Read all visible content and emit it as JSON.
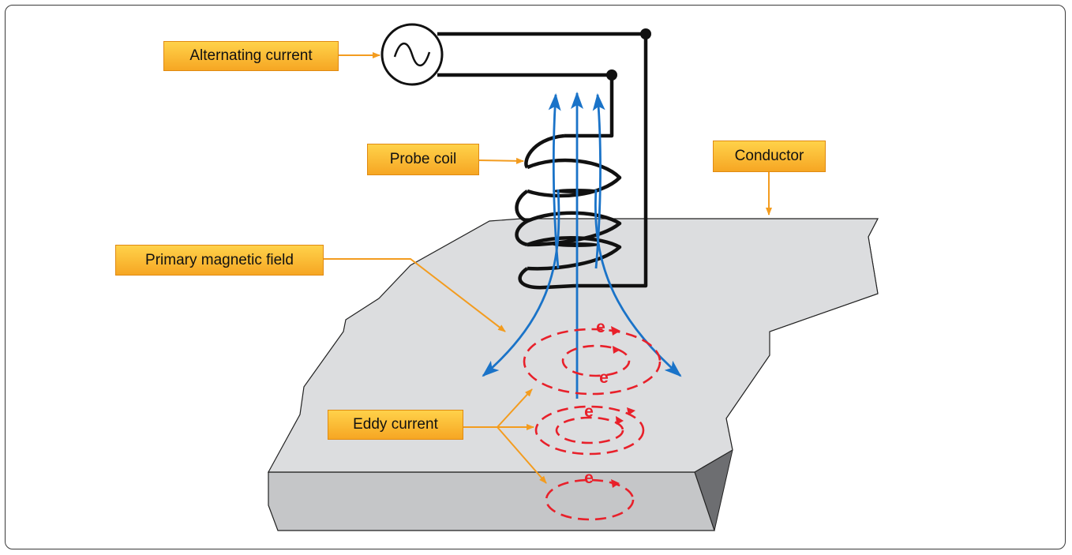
{
  "labels": {
    "alternating_current": "Alternating current",
    "probe_coil": "Probe coil",
    "conductor": "Conductor",
    "primary_magnetic_field": "Primary magnetic field",
    "eddy_current": "Eddy current"
  },
  "eddy_symbol": "e",
  "colors": {
    "label_fill": "#f9b233",
    "label_border": "#e08a12",
    "leader_line": "#f39c1f",
    "field_lines": "#1a73c8",
    "eddy_current": "#e8202a",
    "conductor_top": "#dcdddf",
    "conductor_front": "#c5c6c8",
    "conductor_side": "#6d6e71",
    "wire": "#111111"
  }
}
